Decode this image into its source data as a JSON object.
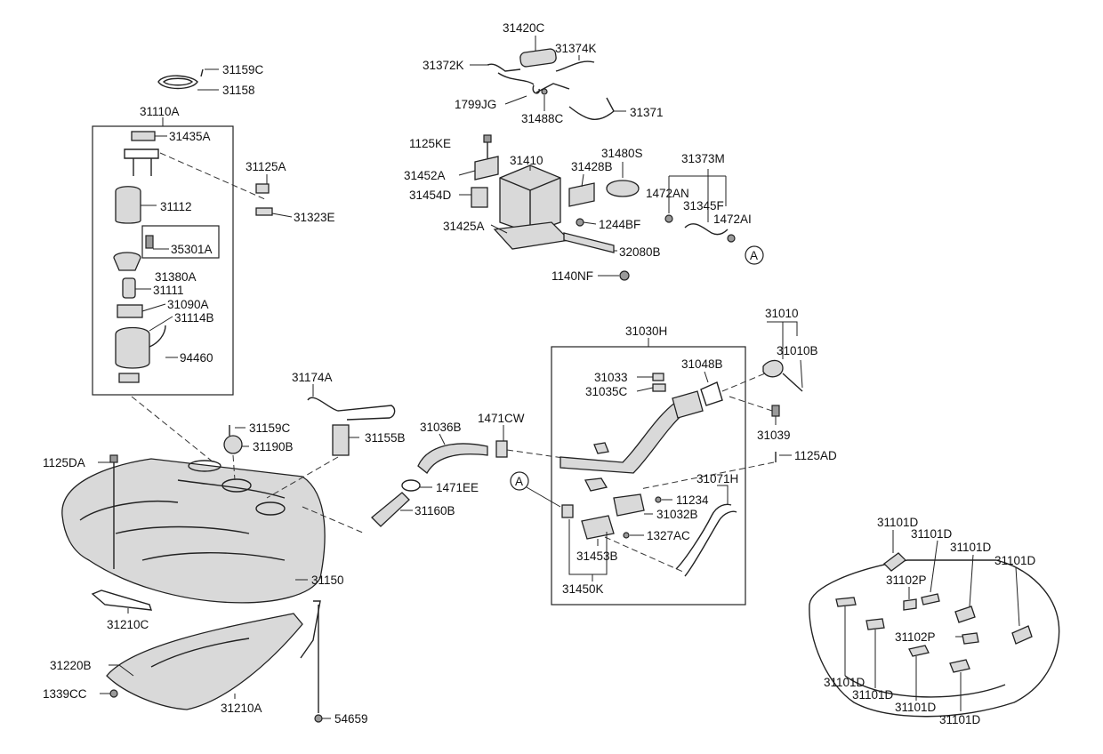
{
  "labels": {
    "l31420C": "31420C",
    "l31374K": "31374K",
    "l31372K": "31372K",
    "l1799JG": "1799JG",
    "l31488C": "31488C",
    "l31371": "31371",
    "l31159C_top": "31159C",
    "l31158": "31158",
    "l31110A": "31110A",
    "l31435A": "31435A",
    "l31125A": "31125A",
    "l31323E": "31323E",
    "l31112": "31112",
    "l35301A": "35301A",
    "l31380A": "31380A",
    "l31111": "31111",
    "l31090A": "31090A",
    "l31114B": "31114B",
    "l94460": "94460",
    "l1125KE": "1125KE",
    "l31452A": "31452A",
    "l31454D": "31454D",
    "l31425A": "31425A",
    "l31410": "31410",
    "l31428B": "31428B",
    "l31480S": "31480S",
    "l1244BF": "1244BF",
    "l32080B": "32080B",
    "l1140NF": "1140NF",
    "l31373M": "31373M",
    "l1472AN": "1472AN",
    "l31345F": "31345F",
    "l1472AI": "1472AI",
    "lA_top": "A",
    "l31174A": "31174A",
    "l31159C_mid": "31159C",
    "l31190B": "31190B",
    "l31155B": "31155B",
    "l1125DA": "1125DA",
    "l31036B": "31036B",
    "l1471CW": "1471CW",
    "l1471EE": "1471EE",
    "l31160B": "31160B",
    "l31150": "31150",
    "l31210C": "31210C",
    "l31220B": "31220B",
    "l1339CC": "1339CC",
    "l31210A": "31210A",
    "l54659": "54659",
    "l31030H": "31030H",
    "l31033": "31033",
    "l31035C": "31035C",
    "l31048B": "31048B",
    "l31010": "31010",
    "l31010B": "31010B",
    "l31039": "31039",
    "l1125AD": "1125AD",
    "lA_mid": "A",
    "l31071H": "31071H",
    "l11234": "11234",
    "l31032B": "31032B",
    "l1327AC": "1327AC",
    "l31453B": "31453B",
    "l31450K": "31450K",
    "l31101D_1": "31101D",
    "l31101D_2": "31101D",
    "l31101D_3": "31101D",
    "l31101D_4": "31101D",
    "l31102P_1": "31102P",
    "l31102P_2": "31102P",
    "l31101D_5": "31101D",
    "l31101D_6": "31101D",
    "l31101D_7": "31101D",
    "l31101D_8": "31101D"
  }
}
